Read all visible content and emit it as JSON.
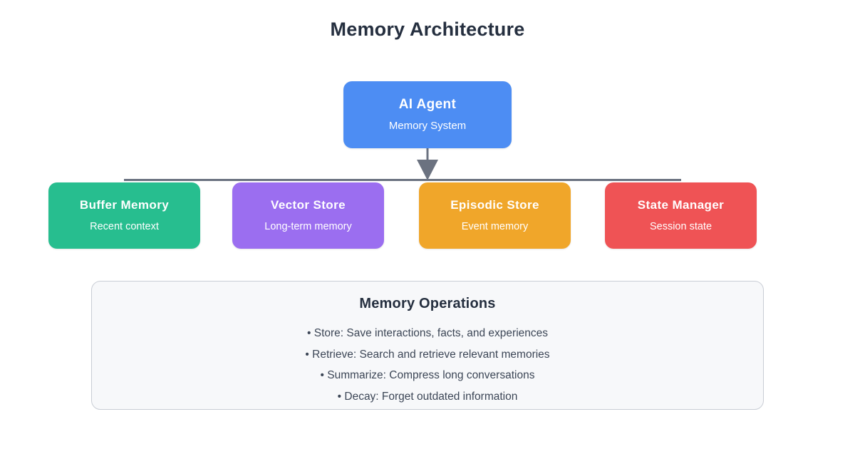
{
  "diagram": {
    "title": "Memory Architecture",
    "root": {
      "title": "AI Agent",
      "subtitle": "Memory System",
      "color": "#4d8df3"
    },
    "children": [
      {
        "title": "Buffer Memory",
        "subtitle": "Recent context",
        "color": "#27be8f"
      },
      {
        "title": "Vector Store",
        "subtitle": "Long-term memory",
        "color": "#9b6ef0"
      },
      {
        "title": "Episodic Store",
        "subtitle": "Event memory",
        "color": "#f0a62a"
      },
      {
        "title": "State Manager",
        "subtitle": "Session state",
        "color": "#ef5355"
      }
    ],
    "connector": {
      "color": "#6b7280",
      "style": "bus-with-arrow"
    },
    "operations": {
      "title": "Memory Operations",
      "items": [
        "• Store: Save interactions, facts, and experiences",
        "• Retrieve: Search and retrieve relevant memories",
        "• Summarize: Compress long conversations",
        "• Decay: Forget outdated information"
      ]
    }
  },
  "colors": {
    "background": "#ffffff",
    "title_text": "#252f3f",
    "panel_background": "#f7f8fa",
    "panel_border": "#c9cdd5",
    "body_text": "#3c4656"
  }
}
